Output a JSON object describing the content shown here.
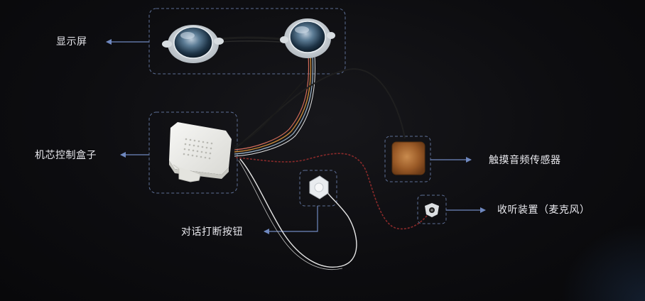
{
  "labels": {
    "display": "显示屏",
    "chip_box": "机芯控制盒子",
    "touch_sensor": "触摸音频传感器",
    "microphone": "收听装置（麦克风）",
    "talk_button": "对话打断按钮"
  },
  "colors": {
    "background": "#0c0c0e",
    "dashed_frame": "#5d6f96",
    "arrow": "#6f88bf",
    "label_text": "#e9e9ee"
  }
}
